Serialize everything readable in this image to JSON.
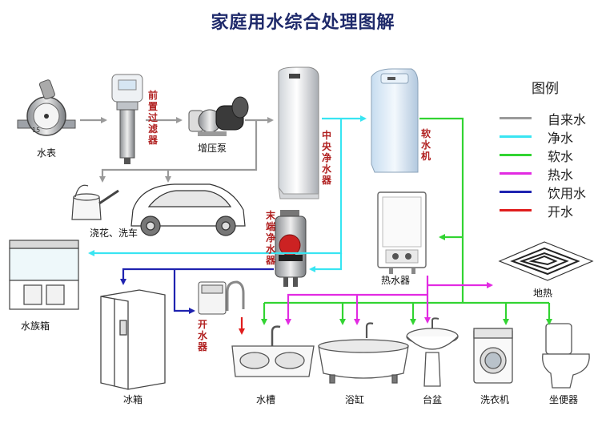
{
  "title": "家庭用水综合处理图解",
  "legend": {
    "title": "图例",
    "items": [
      {
        "label": "自来水",
        "color": "#9a9a9a"
      },
      {
        "label": "净水",
        "color": "#39e5f2"
      },
      {
        "label": "软水",
        "color": "#32d432"
      },
      {
        "label": "热水",
        "color": "#e22be2"
      },
      {
        "label": "饮用水",
        "color": "#1f23b0"
      },
      {
        "label": "开水",
        "color": "#e01d1d"
      }
    ]
  },
  "nodes": {
    "water_meter": "水表",
    "prefilter": "前置过滤器",
    "booster_pump": "增压泵",
    "garden_car": "浇花、洗车",
    "central_purifier": "中央净水器",
    "softener": "软水机",
    "end_purifier": "末端净水器",
    "water_heater": "热水器",
    "floor_heating": "地热",
    "aquarium": "水族箱",
    "fridge": "冰箱",
    "boiler": "开水器",
    "sink": "水槽",
    "bathtub": "浴缸",
    "basin": "台盆",
    "washer": "洗衣机",
    "toilet": "坐便器"
  }
}
